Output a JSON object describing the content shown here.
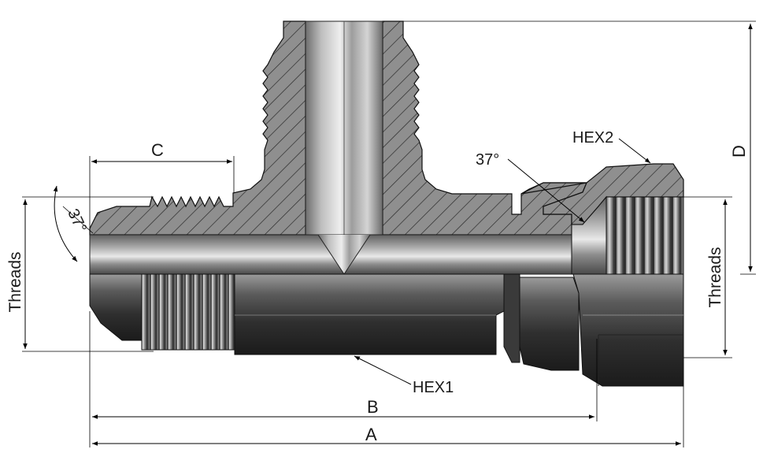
{
  "labels": {
    "c": "C",
    "d": "D",
    "hex2": "HEX2",
    "hex1": "HEX1",
    "b": "B",
    "a": "A",
    "angle_left": "37°",
    "angle_right": "37°",
    "threads_left": "Threads",
    "threads_right": "Threads"
  },
  "colors": {
    "section_fill": "#8f8f8f",
    "hatch": "#2a2a2a",
    "steel_dark": "#2b2b2b",
    "steel_mid": "#5a5a5a",
    "steel_light": "#c8c8c8",
    "bore": "#9a9a9a",
    "background": "#ffffff"
  }
}
